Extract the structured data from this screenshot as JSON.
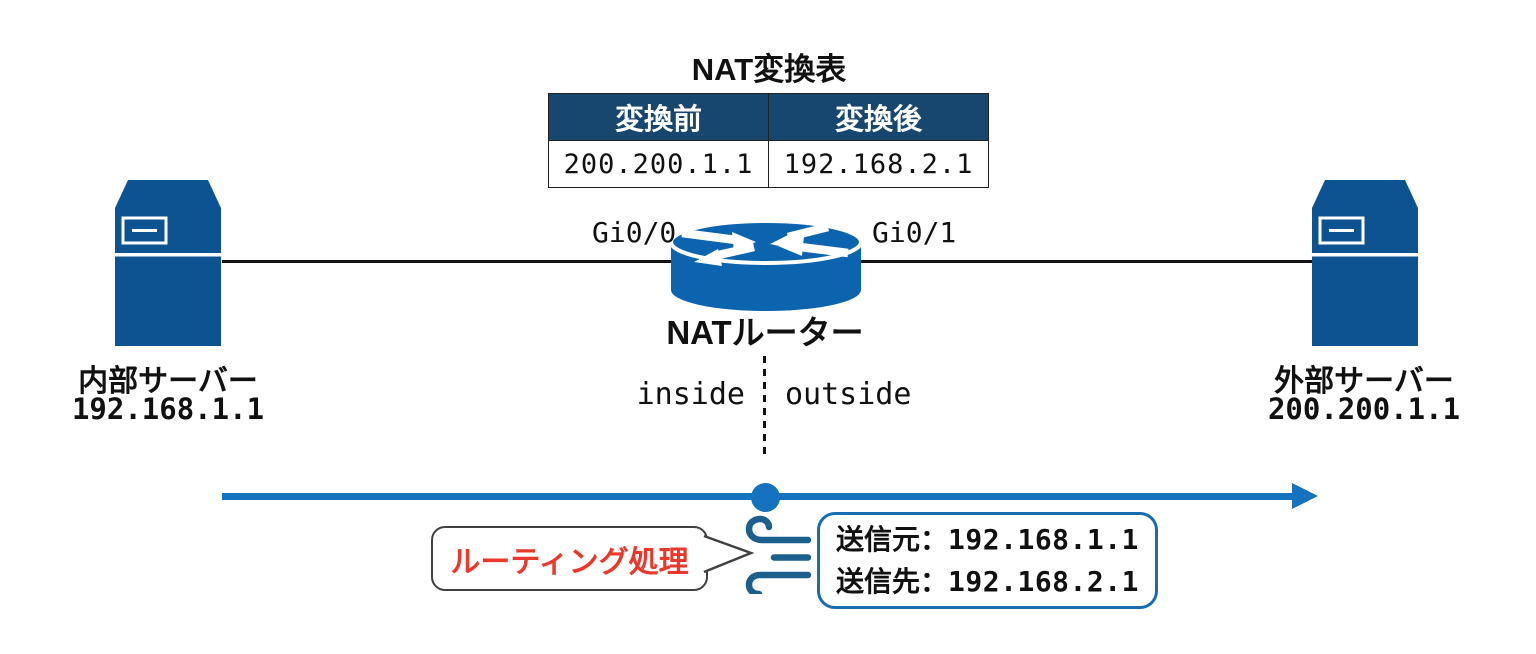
{
  "diagram": {
    "title": "NAT変換表",
    "table": {
      "headers": [
        "変換前",
        "変換後"
      ],
      "rows": [
        [
          "200.200.1.1",
          "192.168.2.1"
        ]
      ]
    },
    "router": {
      "name": "NATルーター",
      "left_interface": "Gi0/0",
      "right_interface": "Gi0/1",
      "inside_label": "inside",
      "outside_label": "outside"
    },
    "servers": {
      "left": {
        "name": "内部サーバー",
        "ip": "192.168.1.1"
      },
      "right": {
        "name": "外部サーバー",
        "ip": "200.200.1.1"
      }
    },
    "callout": {
      "label": "ルーティング処理"
    },
    "packet": {
      "source_label": "送信元：",
      "source_ip": "192.168.1.1",
      "dest_label": "送信先：",
      "dest_ip": "192.168.2.1"
    },
    "colors": {
      "table_header_navy": "#17476F",
      "router_blue": "#0C64AE",
      "server_blue": "#0E5391",
      "flow_arrow_blue": "#1472BE",
      "packet_border_blue": "#1A6CB0",
      "wind_icon_blue": "#1C5E8C",
      "callout_red": "#E8392D"
    }
  }
}
